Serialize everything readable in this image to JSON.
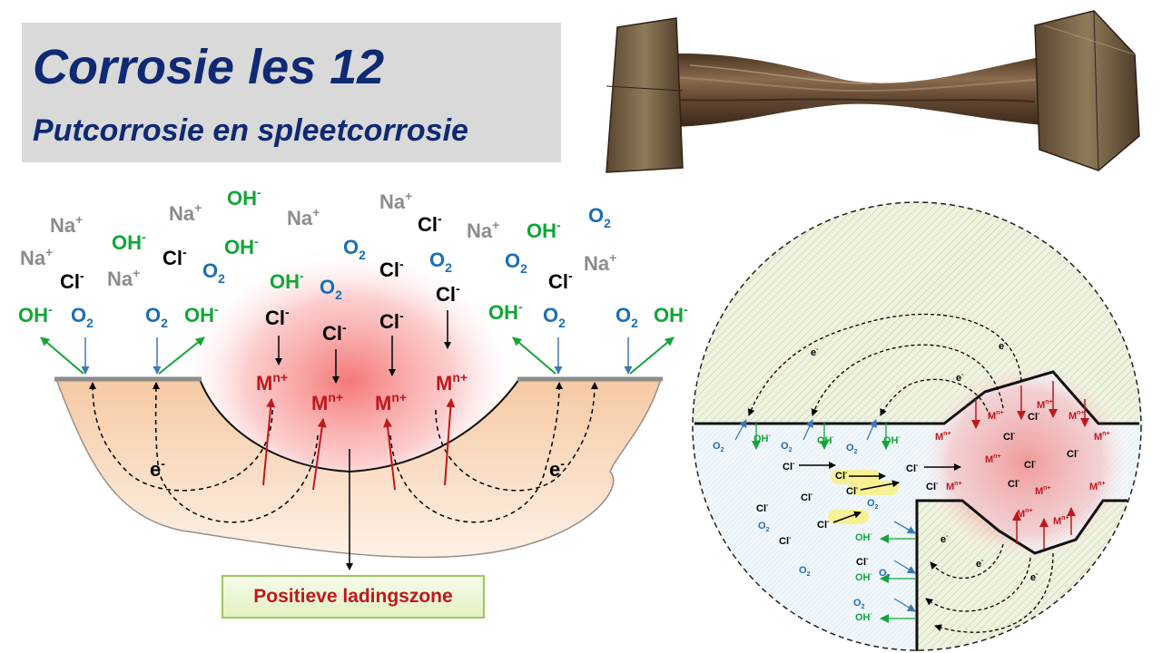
{
  "title": {
    "main": "Corrosie les 12",
    "sub": "Putcorrosie en spleetcorrosie"
  },
  "callout": {
    "label": "Positieve ladingszone"
  },
  "ions": {
    "na": "Na",
    "cl": "Cl",
    "oh": "OH",
    "o2": "O",
    "o2_sub": "2",
    "metal": "M",
    "metal_sup": "n+",
    "electron": "e",
    "plus": "+",
    "minus": "-"
  },
  "colors": {
    "title": "#0f2a73",
    "chloride": "#000000",
    "sodium": "#8c8c8c",
    "hydroxide": "#13a538",
    "oxygen": "#1b6fb5",
    "metal_ion": "#c0171d",
    "electron": "#000000",
    "callout_border": "#9cc75d"
  },
  "icons": {
    "bolt": "corroded-bolt-photo",
    "pit": "pitting-corrosion-diagram",
    "crevice": "crevice-corrosion-diagram"
  }
}
